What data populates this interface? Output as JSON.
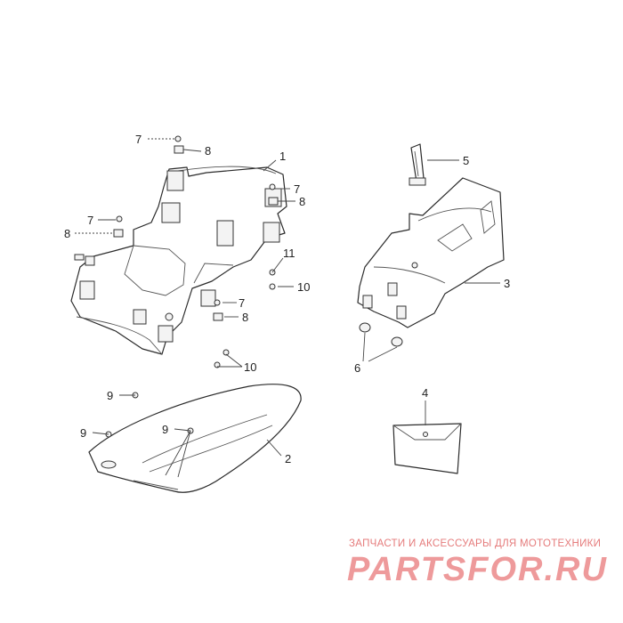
{
  "diagram": {
    "callouts": {
      "c1": "1",
      "c2": "2",
      "c3": "3",
      "c4": "4",
      "c5": "5",
      "c6": "6",
      "c7a": "7",
      "c7b": "7",
      "c7c": "7",
      "c7d": "7",
      "c8a": "8",
      "c8b": "8",
      "c8c": "8",
      "c8d": "8",
      "c9a": "9",
      "c9b": "9",
      "c9c": "9",
      "c10a": "10",
      "c10b": "10",
      "c11": "11"
    }
  },
  "watermark": {
    "tagline": "ЗАПЧАСТИ И АКСЕССУАРЫ ДЛЯ МОТОТЕХНИКИ",
    "logo_text": "PARTSFOR.RU",
    "logo_color": "#e8787a"
  }
}
